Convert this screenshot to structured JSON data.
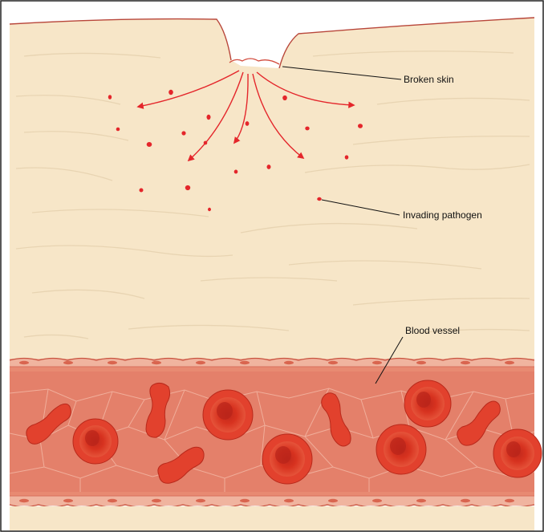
{
  "labels": {
    "broken_skin": "Broken skin",
    "invading_pathogen": "Invading pathogen",
    "blood_vessel": "Blood vessel"
  },
  "colors": {
    "tissue": "#f7e6c8",
    "tissue_line": "#e9d3b0",
    "skin_edge": "#c0392b",
    "pathogen": "#e4262b",
    "vessel": "#e88a72",
    "vessel_dark": "#d86c55",
    "vessel_wall": "#f0b49f",
    "rbc": "#e2412d",
    "rbc_center": "#c0281c",
    "leader_line": "#111111",
    "frame": "#222222"
  }
}
